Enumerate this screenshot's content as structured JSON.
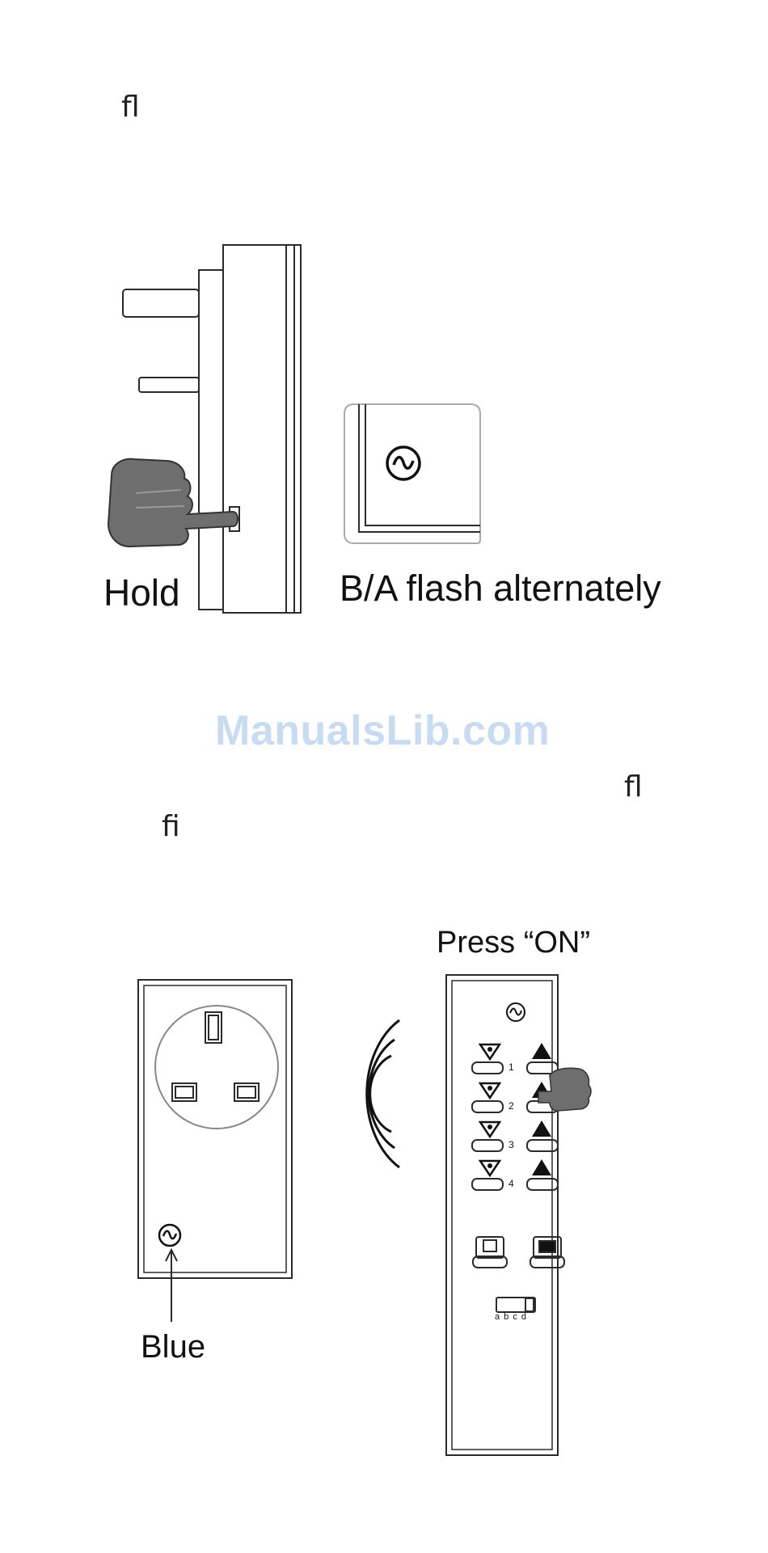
{
  "glyphs": {
    "top": "ﬂ",
    "mid_right": "ﬂ",
    "mid_left": "ﬁ"
  },
  "figure1": {
    "hold_label": "Hold",
    "flash_label": "B/A flash alternately"
  },
  "watermark": "ManualsLib.com",
  "figure2": {
    "press_label": "Press “ON”",
    "blue_label": "Blue",
    "channel_numbers": [
      "1",
      "2",
      "3",
      "4"
    ],
    "dip_label": "a b c d"
  },
  "colors": {
    "line": "#2b2b2b",
    "hand_fill": "#6e6e6e",
    "watermark": "#c7dcf2"
  }
}
